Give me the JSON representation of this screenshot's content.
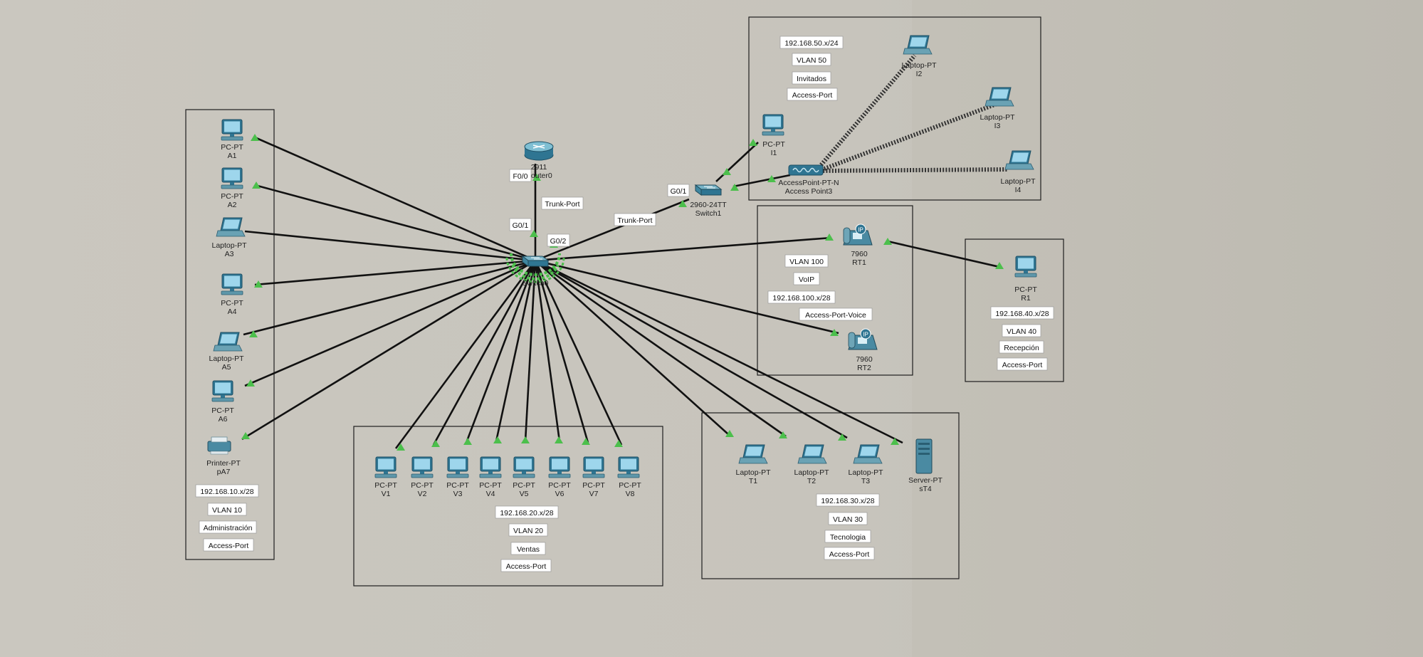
{
  "devices": {
    "router": {
      "model": "2911",
      "name": "Router0"
    },
    "core_switch": {
      "model": "",
      "name": "Switch0"
    },
    "switch1": {
      "model": "2960-24TT",
      "name": "Switch1"
    },
    "access_point": {
      "model": "AccessPoint-PT-N",
      "name": "Access Point3"
    },
    "admin": [
      {
        "model": "PC-PT",
        "name": "A1"
      },
      {
        "model": "PC-PT",
        "name": "A2"
      },
      {
        "model": "Laptop-PT",
        "name": "A3"
      },
      {
        "model": "PC-PT",
        "name": "A4"
      },
      {
        "model": "Laptop-PT",
        "name": "A5"
      },
      {
        "model": "PC-PT",
        "name": "A6"
      },
      {
        "model": "Printer-PT",
        "name": "pA7"
      }
    ],
    "sales": [
      {
        "model": "PC-PT",
        "name": "V1"
      },
      {
        "model": "PC-PT",
        "name": "V2"
      },
      {
        "model": "PC-PT",
        "name": "V3"
      },
      {
        "model": "PC-PT",
        "name": "V4"
      },
      {
        "model": "PC-PT",
        "name": "V5"
      },
      {
        "model": "PC-PT",
        "name": "V6"
      },
      {
        "model": "PC-PT",
        "name": "V7"
      },
      {
        "model": "PC-PT",
        "name": "V8"
      }
    ],
    "tech": [
      {
        "model": "Laptop-PT",
        "name": "T1"
      },
      {
        "model": "Laptop-PT",
        "name": "T2"
      },
      {
        "model": "Laptop-PT",
        "name": "T3"
      },
      {
        "model": "Server-PT",
        "name": "sT4"
      }
    ],
    "voip": [
      {
        "model": "7960",
        "name": "RT1"
      },
      {
        "model": "7960",
        "name": "RT2"
      }
    ],
    "reception": [
      {
        "model": "PC-PT",
        "name": "R1"
      }
    ],
    "guests": [
      {
        "model": "PC-PT",
        "name": "I1"
      },
      {
        "model": "Laptop-PT",
        "name": "I2"
      },
      {
        "model": "Laptop-PT",
        "name": "I3"
      },
      {
        "model": "Laptop-PT",
        "name": "I4"
      }
    ]
  },
  "port_labels": {
    "router_f00": "F0/0",
    "sw0_g01": "G0/1",
    "sw0_g02": "G0/2",
    "sw1_g01": "G0/1",
    "trunk_router": "Trunk-Port",
    "trunk_switch1": "Trunk-Port"
  },
  "networks": {
    "admin": {
      "subnet": "192.168.10.x/28",
      "vlan": "VLAN 10",
      "name": "Administración",
      "mode": "Access-Port"
    },
    "sales": {
      "subnet": "192.168.20.x/28",
      "vlan": "VLAN 20",
      "name": "Ventas",
      "mode": "Access-Port"
    },
    "tech": {
      "subnet": "192.168.30.x/28",
      "vlan": "VLAN 30",
      "name": "Tecnologia",
      "mode": "Access-Port"
    },
    "voip": {
      "vlan": "VLAN 100",
      "name": "VoIP",
      "subnet": "192.168.100.x/28",
      "mode": "Access-Port-Voice"
    },
    "reception": {
      "subnet": "192.168.40.x/28",
      "vlan": "VLAN 40",
      "name": "Recepción",
      "mode": "Access-Port"
    },
    "guests": {
      "subnet": "192.168.50.x/24",
      "vlan": "VLAN 50",
      "name": "Invitados",
      "mode": "Access-Port"
    }
  },
  "colors": {
    "link_indicator": "#4cbf4c",
    "device": "#3d8aa6",
    "background": "#c5c2b9"
  },
  "icons": {
    "pc": "pc-icon",
    "laptop": "laptop-icon",
    "printer": "printer-icon",
    "server": "server-icon",
    "router": "router-icon",
    "switch": "switch-icon",
    "phone": "ip-phone-icon",
    "access_point": "access-point-icon"
  }
}
